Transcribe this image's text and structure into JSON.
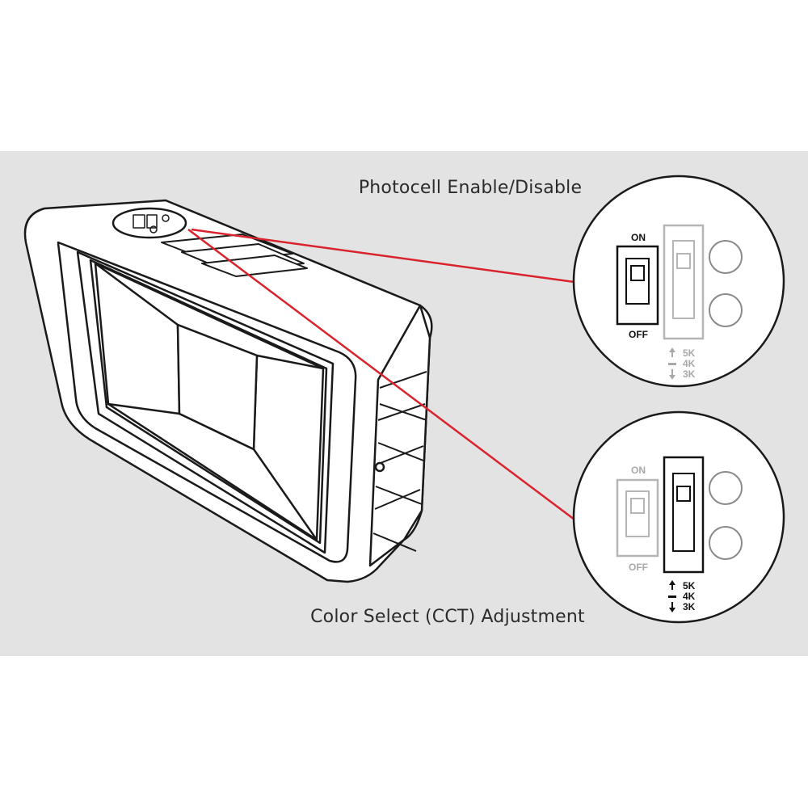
{
  "captions": {
    "photocell": "Photocell Enable/Disable",
    "cct": "Color Select (CCT) Adjustment"
  },
  "photocell_switch": {
    "on_label": "ON",
    "off_label": "OFF",
    "cct_levels": [
      "5K",
      "4K",
      "3K"
    ]
  },
  "cct_switch": {
    "on_label": "ON",
    "off_label": "OFF",
    "cct_levels": [
      "5K",
      "4K",
      "3K"
    ]
  },
  "colors": {
    "panel_bg": "#e3e3e3",
    "pointer_line": "#d9232d",
    "outline": "#1a1a1a",
    "faded": "#a8a8a8"
  }
}
